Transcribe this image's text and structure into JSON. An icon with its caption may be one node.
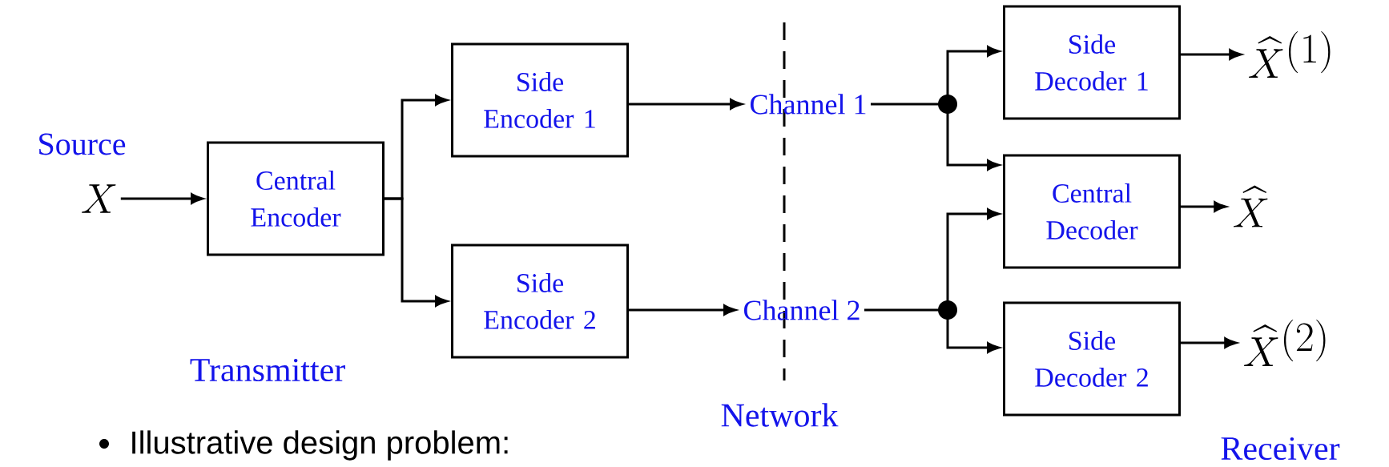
{
  "diagram": {
    "nodes": [
      {
        "text": [
          "X"
        ],
        "beside": [
          "Source"
        ]
      },
      {
        "text": [
          "Central Encoder"
        ]
      },
      {
        "text": [
          "Side Encoder 1"
        ]
      },
      {
        "text": [
          "Side Encoder 2"
        ]
      },
      {
        "text": [
          "Channel 1"
        ]
      },
      {
        "text": [
          "Channel 2"
        ]
      },
      {
        "text": [],
        "shape": "circle"
      },
      {
        "text": [],
        "shape": "circle"
      },
      {
        "text": [
          "Side Decoder 1"
        ]
      },
      {
        "text": [
          "Central Decoder"
        ]
      },
      {
        "text": [
          "Side Decoder 2"
        ]
      },
      {
        "text": [
          "\\widehat{X}^{(1)}"
        ]
      },
      {
        "text": [
          "\\widehat{X}"
        ]
      },
      {
        "text": [
          "\\widehat{X}^{(2)}"
        ]
      }
    ],
    "edges": [
      {
        "from": 0,
        "to": 1,
        "arrow": "to"
      },
      {
        "from": 1,
        "to": 2,
        "arrow": "to"
      },
      {
        "from": 1,
        "to": 3,
        "arrow": "to"
      },
      {
        "from": 2,
        "to": 4,
        "arrow": "to"
      },
      {
        "from": 3,
        "to": 5,
        "arrow": "to"
      },
      {
        "from": 4,
        "to": 6,
        "arrow": "none"
      },
      {
        "from": 5,
        "to": 7,
        "arrow": "none"
      },
      {
        "from": 6,
        "to": 8,
        "arrow": "to"
      },
      {
        "from": 6,
        "to": 9,
        "arrow": "to"
      },
      {
        "from": 7,
        "to": 9,
        "arrow": "to"
      },
      {
        "from": 7,
        "to": 10,
        "arrow": "to"
      },
      {
        "from": 8,
        "to": 11,
        "arrow": "to"
      },
      {
        "from": 9,
        "to": 12,
        "arrow": "to"
      },
      {
        "from": 10,
        "to": 13,
        "arrow": "to"
      }
    ],
    "labels": [
      "Transmitter",
      "Network",
      "Receiver",
      "Illustrative design problem:"
    ]
  }
}
